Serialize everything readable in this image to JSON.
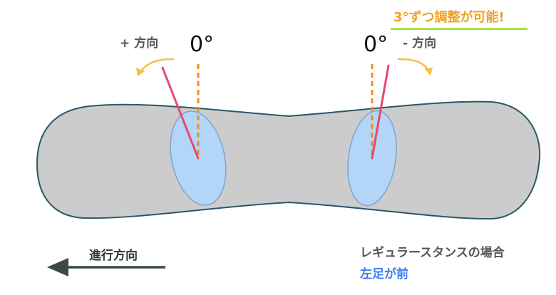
{
  "highlight": {
    "text": "3°ずつ調整が可能!",
    "color": "#f0a024",
    "underline_color": "#a6e24a"
  },
  "left_binding": {
    "direction_label": "+ 方向",
    "angle_label": "0°"
  },
  "right_binding": {
    "direction_label": "- 方向",
    "angle_label": "0°"
  },
  "stance": {
    "text": "レギュラースタンスの場合",
    "lead_foot": "左足が前",
    "lead_foot_color": "#3d7ef0"
  },
  "travel": {
    "label": "進行方向",
    "arrow_icon": "arrow-left-icon"
  },
  "colors": {
    "board_fill": "#cccccc",
    "board_stroke": "#2a5868",
    "binding_fill": "#b3d5f7",
    "binding_stroke": "#7fa4cc",
    "angle_line": "#e8486e",
    "reference_line": "#ef8c1e",
    "rotate_arrow": "#f4c04a",
    "travel_arrow": "#3b4a45"
  }
}
